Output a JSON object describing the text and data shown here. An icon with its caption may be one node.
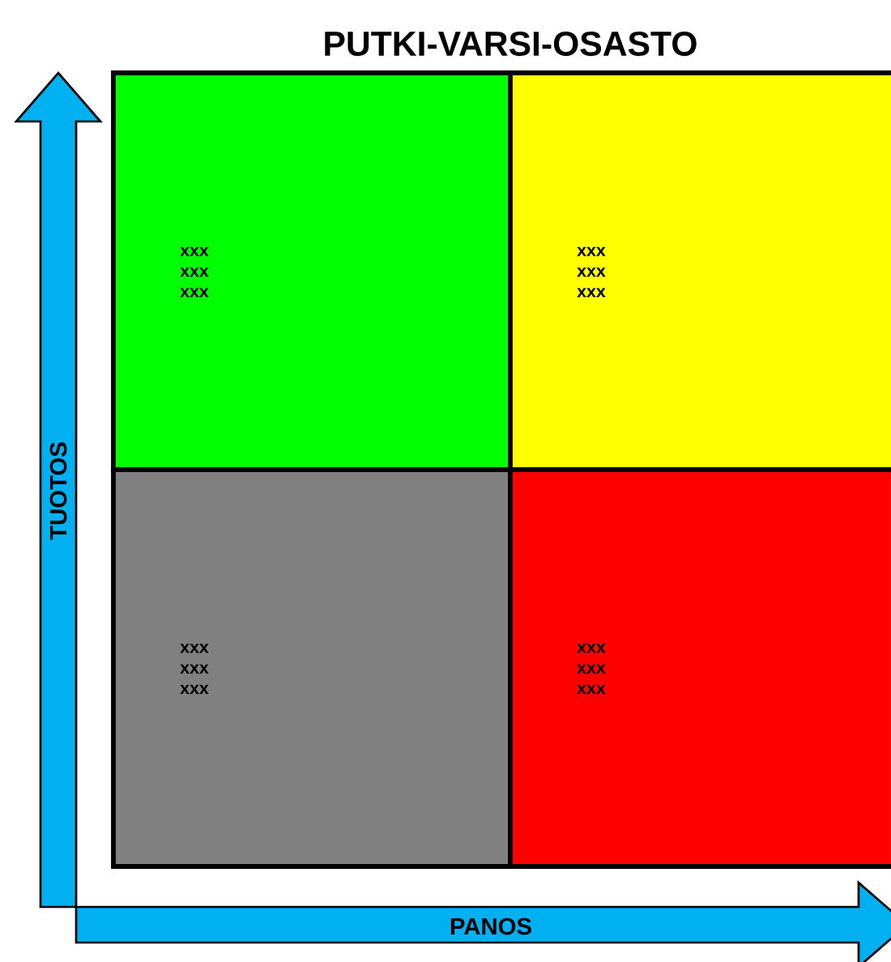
{
  "diagram": {
    "title": "PUTKI-VARSI-OSASTO",
    "nodes": [
      {
        "text": [
          "xxx xxx xxx"
        ]
      },
      {
        "text": [
          "xxx xxx xxx"
        ]
      },
      {
        "text": [
          "xxx xxx xxx"
        ]
      },
      {
        "text": [
          "xxx xxx xxx"
        ]
      }
    ],
    "labels": [
      "TUOTOS",
      "PANOS"
    ]
  }
}
